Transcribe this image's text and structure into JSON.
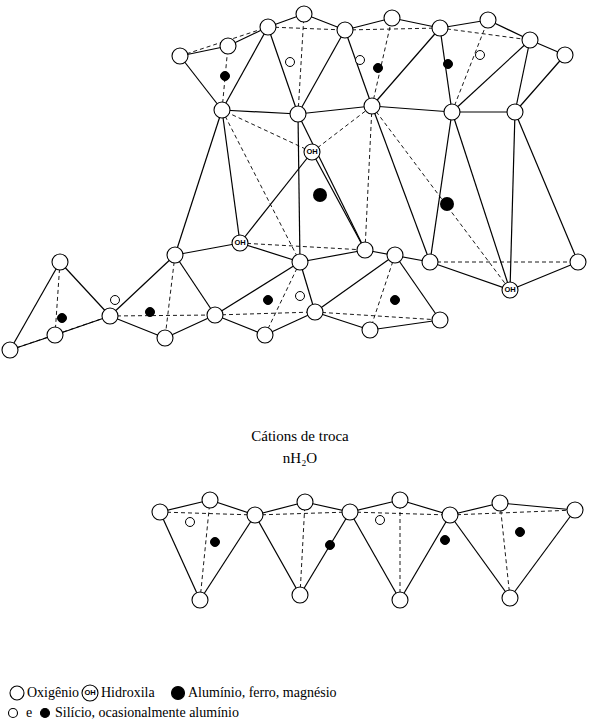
{
  "diagram": {
    "labels": [
      "OH",
      "OH",
      "OH",
      "Cátions de troca",
      "nH₂O",
      "OH",
      "e"
    ],
    "legend": [
      {
        "text": "Oxigênio"
      },
      {
        "text": "Hidroxila"
      },
      {
        "text": "Alumínio, ferro, magnésio"
      },
      {
        "text": "Silício, ocasionalmente alumínio"
      }
    ]
  }
}
